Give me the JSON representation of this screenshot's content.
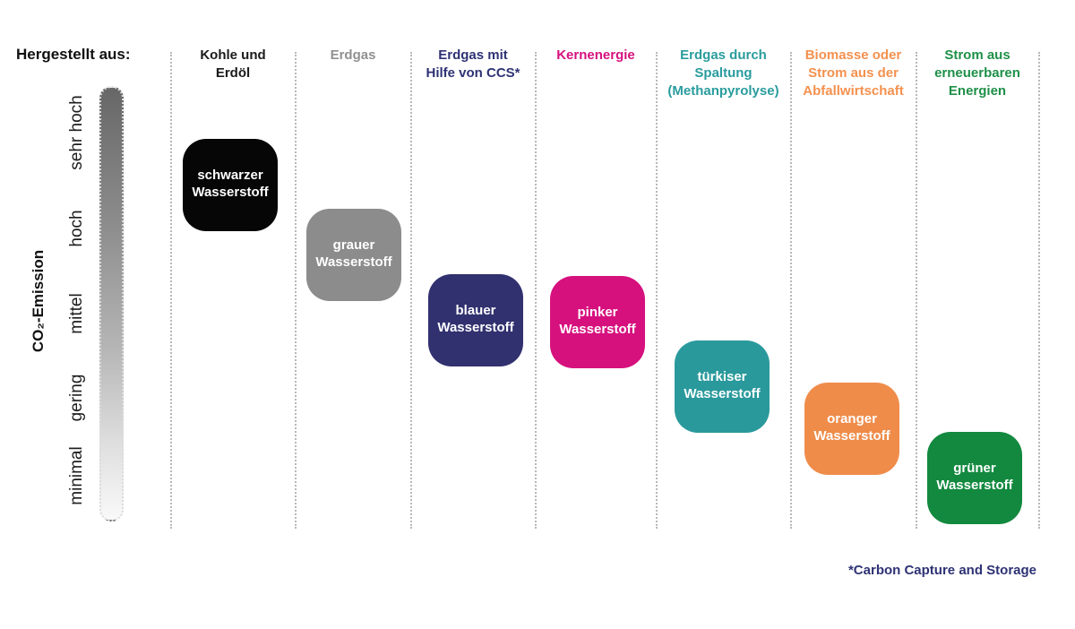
{
  "title": "Hergestellt aus:",
  "axis": {
    "label": "CO₂-Emission",
    "levels": [
      "sehr hoch",
      "hoch",
      "mittel",
      "gering",
      "minimal"
    ],
    "gradient_top_color": "#676767",
    "gradient_bottom_color": "#f9f9f9"
  },
  "columns": [
    {
      "header": "Kohle und\nErdöl",
      "header_color": "#1a1a1a",
      "box_label": "schwarzer\nWasserstoff",
      "box_color": "#060606",
      "box_text_color": "#ffffff",
      "emission_level": "sehr hoch bis hoch"
    },
    {
      "header": "Erdgas",
      "header_color": "#909090",
      "box_label": "grauer\nWasserstoff",
      "box_color": "#8c8c8c",
      "box_text_color": "#ffffff",
      "emission_level": "hoch"
    },
    {
      "header": "Erdgas mit\nHilfe von CCS*",
      "header_color": "#2e3274",
      "box_label": "blauer\nWasserstoff",
      "box_color": "#313170",
      "box_text_color": "#ffffff",
      "emission_level": "mittel"
    },
    {
      "header": "Kernenergie",
      "header_color": "#d6117e",
      "box_label": "pinker\nWasserstoff",
      "box_color": "#d6117e",
      "box_text_color": "#ffffff",
      "emission_level": "mittel"
    },
    {
      "header": "Erdgas durch\nSpaltung\n(Methanpyrolyse)",
      "header_color": "#2a9c9e",
      "box_label": "türkiser\nWasserstoff",
      "box_color": "#2a999c",
      "box_text_color": "#ffffff",
      "emission_level": "gering"
    },
    {
      "header": "Biomasse oder\nStrom aus der\nAbfallwirtschaft",
      "header_color": "#f4914f",
      "box_label": "oranger\nWasserstoff",
      "box_color": "#ef8c4a",
      "box_text_color": "#ffffff",
      "emission_level": "gering bis minimal"
    },
    {
      "header": "Strom aus\nerneuerbaren\nEnergien",
      "header_color": "#1e9048",
      "box_label": "grüner\nWasserstoff",
      "box_color": "#12893f",
      "box_text_color": "#ffffff",
      "emission_level": "minimal"
    }
  ],
  "footnote": {
    "text": "*Carbon Capture and Storage",
    "color": "#2e3274"
  }
}
